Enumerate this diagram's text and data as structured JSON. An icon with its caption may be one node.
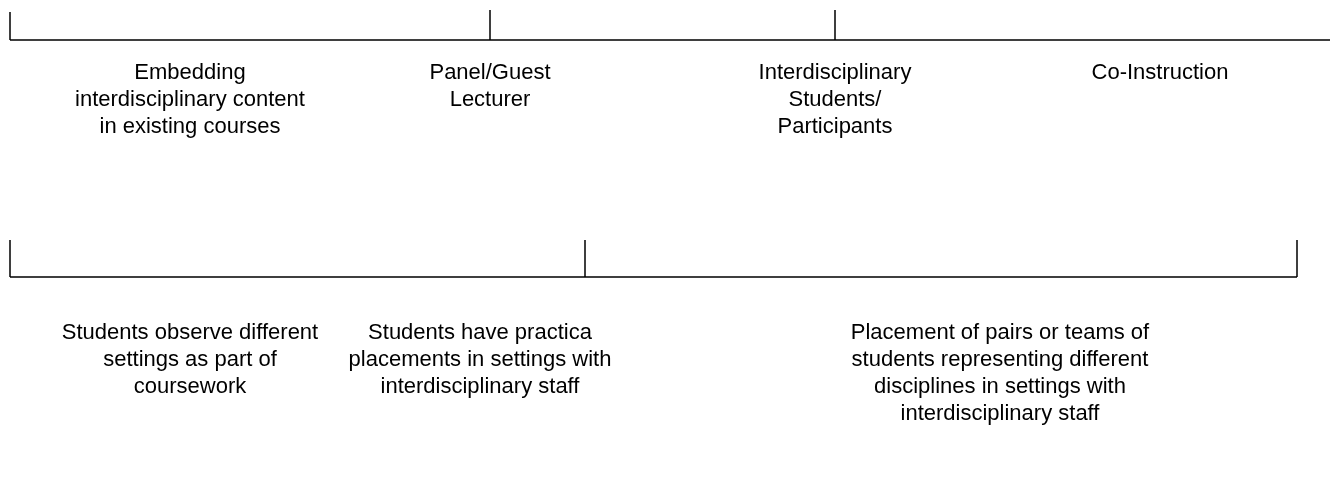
{
  "diagram": {
    "labels": [
      "Embedding interdisciplinary content in existing courses",
      "Panel/Guest Lecturer",
      "Interdisciplinary Students/ Participants",
      "Co-Instruction",
      "Students observe different settings as part of coursework",
      "Students have practica placements in settings with interdisciplinary staff",
      "Placement of pairs or teams of students representing different disciplines in settings with interdisciplinary staff"
    ]
  }
}
